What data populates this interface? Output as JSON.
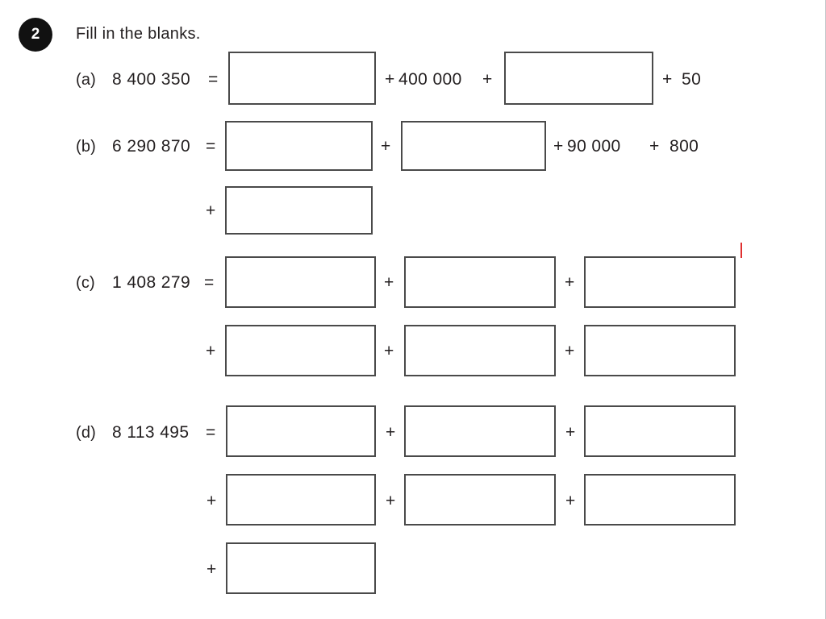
{
  "page": {
    "background": "#ffffff",
    "border_color": "#c2c5c9",
    "ink_color": "#231f20",
    "box_border_color": "#4a4a4a",
    "mark_color": "#e03030"
  },
  "question": {
    "number": "2",
    "prompt": "Fill in the blanks."
  },
  "parts": [
    {
      "label": "(a)",
      "value": "8 400 350",
      "equals": "=",
      "lines": [
        {
          "lead": "",
          "items": [
            {
              "kind": "box"
            },
            {
              "kind": "op",
              "text": "+"
            },
            {
              "kind": "term",
              "text": "400 000"
            },
            {
              "kind": "op",
              "text": "+"
            },
            {
              "kind": "box"
            },
            {
              "kind": "op",
              "text": "+"
            },
            {
              "kind": "term",
              "text": "50"
            }
          ]
        }
      ]
    },
    {
      "label": "(b)",
      "value": "6 290 870",
      "equals": "=",
      "lines": [
        {
          "lead": "",
          "items": [
            {
              "kind": "box"
            },
            {
              "kind": "op",
              "text": "+"
            },
            {
              "kind": "box"
            },
            {
              "kind": "op",
              "text": "+"
            },
            {
              "kind": "term",
              "text": "90 000"
            },
            {
              "kind": "op",
              "text": "+"
            },
            {
              "kind": "term",
              "text": "800"
            }
          ]
        },
        {
          "lead": "+",
          "items": [
            {
              "kind": "box"
            }
          ]
        }
      ]
    },
    {
      "label": "(c)",
      "value": "1 408 279",
      "equals": "=",
      "lines": [
        {
          "lead": "",
          "items": [
            {
              "kind": "box"
            },
            {
              "kind": "op",
              "text": "+"
            },
            {
              "kind": "box"
            },
            {
              "kind": "op",
              "text": "+"
            },
            {
              "kind": "box"
            }
          ]
        },
        {
          "lead": "+",
          "items": [
            {
              "kind": "box"
            },
            {
              "kind": "op",
              "text": "+"
            },
            {
              "kind": "box"
            },
            {
              "kind": "op",
              "text": "+"
            },
            {
              "kind": "box"
            }
          ]
        }
      ]
    },
    {
      "label": "(d)",
      "value": "8 113 495",
      "equals": "=",
      "lines": [
        {
          "lead": "",
          "items": [
            {
              "kind": "box"
            },
            {
              "kind": "op",
              "text": "+"
            },
            {
              "kind": "box"
            },
            {
              "kind": "op",
              "text": "+"
            },
            {
              "kind": "box"
            }
          ]
        },
        {
          "lead": "+",
          "items": [
            {
              "kind": "box"
            },
            {
              "kind": "op",
              "text": "+"
            },
            {
              "kind": "box"
            },
            {
              "kind": "op",
              "text": "+"
            },
            {
              "kind": "box"
            }
          ]
        },
        {
          "lead": "+",
          "items": [
            {
              "kind": "box"
            }
          ]
        }
      ]
    }
  ],
  "operators": {
    "plus": "+",
    "equals": "="
  },
  "annotations": {
    "red_tick": "red-tick-mark"
  }
}
